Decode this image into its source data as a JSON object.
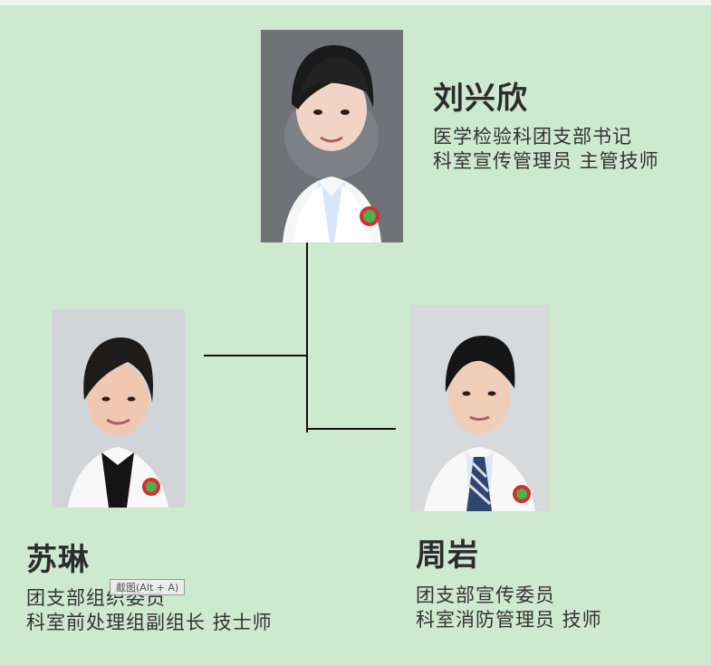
{
  "members": [
    {
      "name": "刘兴欣",
      "lines": [
        "医学检验科团支部书记",
        "科室宣传管理员  主管技师"
      ]
    },
    {
      "name": "苏琳",
      "lines": [
        "团支部组织委员",
        "科室前处理组副组长  技士师"
      ]
    },
    {
      "name": "周岩",
      "lines": [
        "团支部宣传委员",
        "科室消防管理员  技师"
      ]
    }
  ],
  "ui": {
    "screenshot_tip": "截图(Alt + A)"
  },
  "colors": {
    "background": "#cde9d0",
    "line": "#111111",
    "text": "#2c2c2c"
  }
}
